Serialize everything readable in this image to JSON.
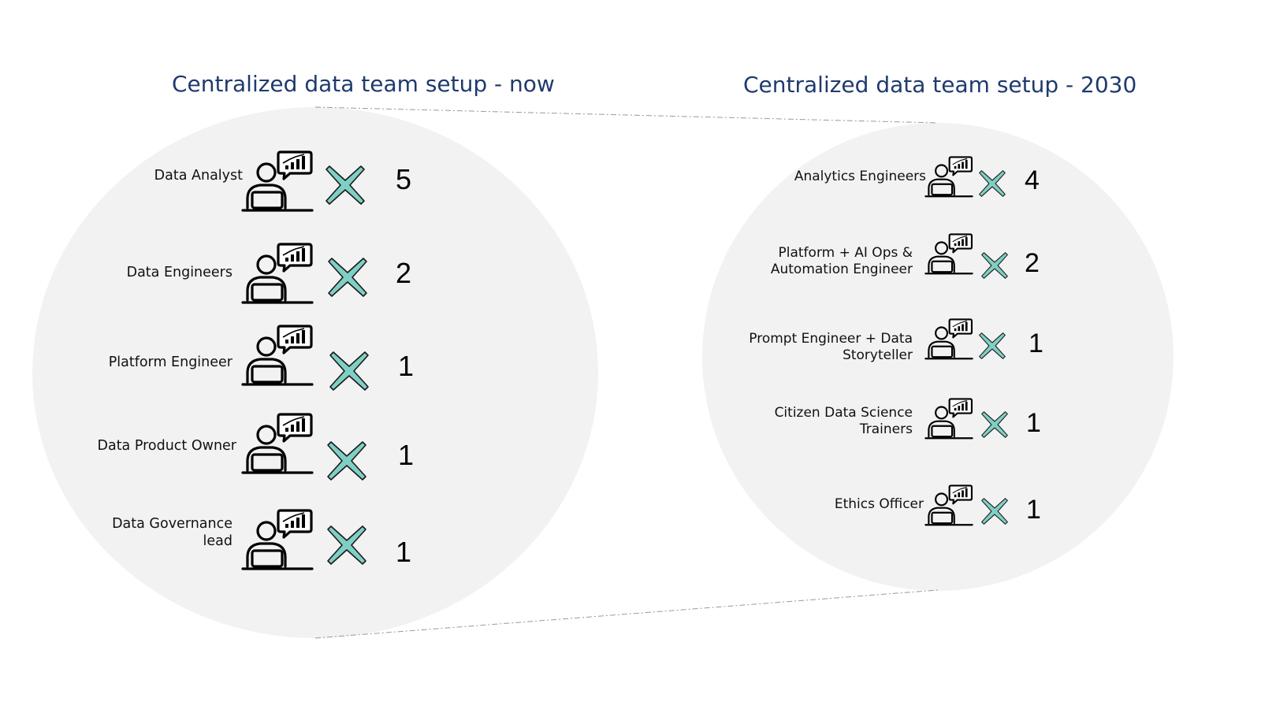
{
  "titles": {
    "now": "Centralized data team setup - now",
    "future": "Centralized data team setup - 2030"
  },
  "colors": {
    "title": "#1f3a6e",
    "circle": "#f2f2f2",
    "cross": "#7fcfc4",
    "cross_outline": "#1a1a1a"
  },
  "icon_name": "analyst-at-laptop-with-chart-bubble-icon",
  "cross_icon_name": "multiply-x-icon",
  "now_roles": [
    {
      "line1": "Data Analyst",
      "line2": "",
      "count": "5"
    },
    {
      "line1": "Data Engineers",
      "line2": "",
      "count": "2"
    },
    {
      "line1": "Platform Engineer",
      "line2": "",
      "count": "1"
    },
    {
      "line1": "Data Product Owner",
      "line2": "",
      "count": "1"
    },
    {
      "line1": "Data Governance",
      "line2": "lead",
      "count": "1"
    }
  ],
  "future_roles": [
    {
      "line1": "Analytics Engineers",
      "line2": "",
      "count": "4"
    },
    {
      "line1": "Platform + AI Ops &",
      "line2": "Automation Engineer",
      "count": "2"
    },
    {
      "line1": "Prompt Engineer + Data",
      "line2": "Storyteller",
      "count": "1"
    },
    {
      "line1": "Citizen Data Science",
      "line2": "Trainers",
      "count": "1"
    },
    {
      "line1": "Ethics Officer",
      "line2": "",
      "count": "1"
    }
  ]
}
